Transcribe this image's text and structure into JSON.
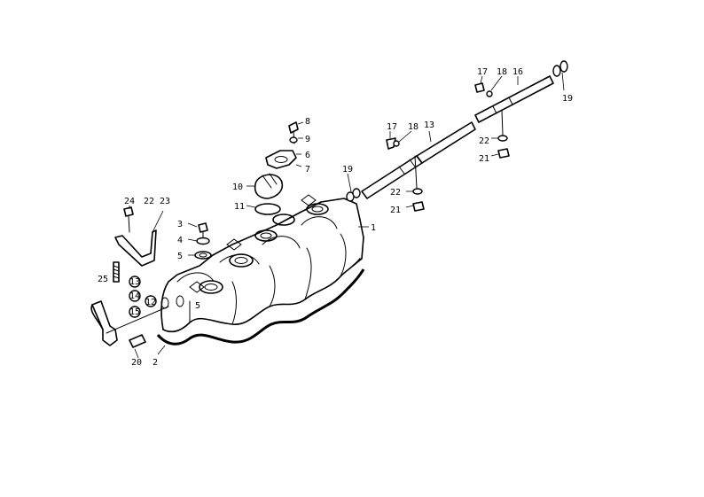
{
  "callouts": [
    {
      "id": "c1",
      "label": "1"
    },
    {
      "id": "c2",
      "label": "2"
    },
    {
      "id": "c3",
      "label": "3"
    },
    {
      "id": "c4",
      "label": "4"
    },
    {
      "id": "c5",
      "label": "5"
    },
    {
      "id": "c5b",
      "label": "5"
    },
    {
      "id": "c6",
      "label": "6"
    },
    {
      "id": "c7",
      "label": "7"
    },
    {
      "id": "c8",
      "label": "8"
    },
    {
      "id": "c9",
      "label": "9"
    },
    {
      "id": "c10",
      "label": "10"
    },
    {
      "id": "c11",
      "label": "11"
    },
    {
      "id": "c12",
      "label": "12"
    },
    {
      "id": "c13",
      "label": "13"
    },
    {
      "id": "c13b",
      "label": "13"
    },
    {
      "id": "c14",
      "label": "14"
    },
    {
      "id": "c15",
      "label": "15"
    },
    {
      "id": "c16",
      "label": "16"
    },
    {
      "id": "c17",
      "label": "17"
    },
    {
      "id": "c17b",
      "label": "17"
    },
    {
      "id": "c18",
      "label": "18"
    },
    {
      "id": "c18b",
      "label": "18"
    },
    {
      "id": "c19",
      "label": "19"
    },
    {
      "id": "c19b",
      "label": "19"
    },
    {
      "id": "c20",
      "label": "20"
    },
    {
      "id": "c21",
      "label": "21"
    },
    {
      "id": "c21b",
      "label": "21"
    },
    {
      "id": "c22",
      "label": "22"
    },
    {
      "id": "c22b",
      "label": "22"
    },
    {
      "id": "c22c",
      "label": "22"
    },
    {
      "id": "c23",
      "label": "23"
    },
    {
      "id": "c24",
      "label": "24"
    },
    {
      "id": "c25",
      "label": "25"
    }
  ]
}
